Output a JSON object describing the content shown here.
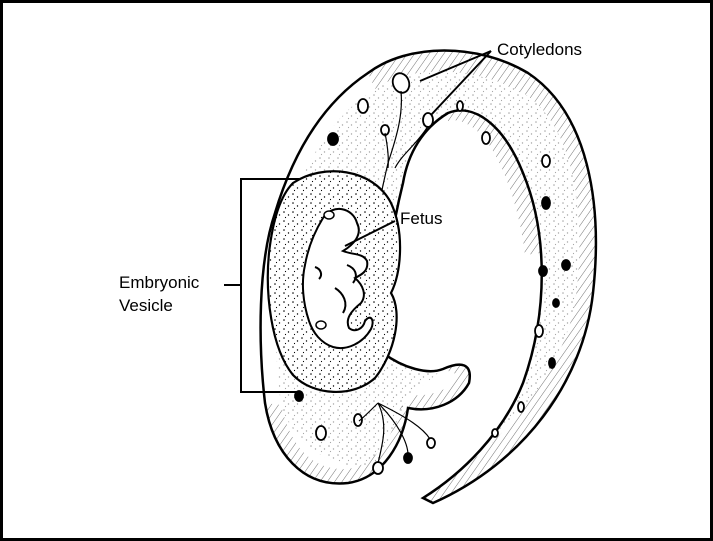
{
  "labels": {
    "cotyledons": "Cotyledons",
    "fetus": "Fetus",
    "embryonic_line1": "Embryonic",
    "embryonic_line2": "Vesicle"
  }
}
